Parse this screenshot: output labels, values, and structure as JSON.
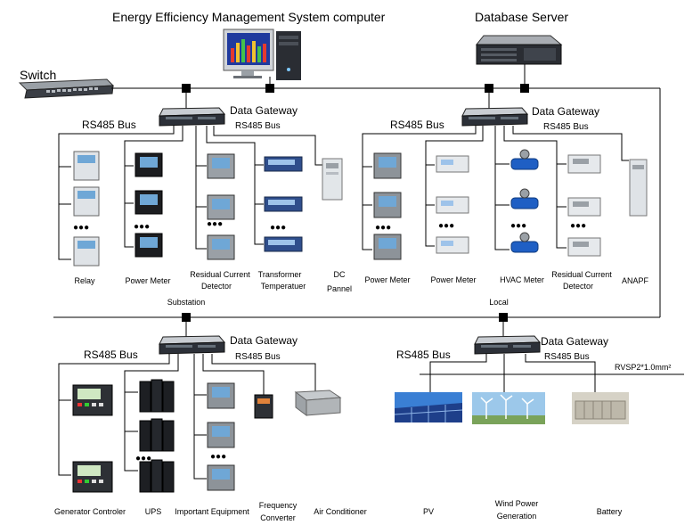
{
  "titles": {
    "computer": "Energy Efficiency Management System  computer",
    "server": "Database Server",
    "switch": "Switch"
  },
  "gateway_label": "Data  Gateway",
  "rs485_bus": "RS485  Bus",
  "rs485_bus_small": "RS485   Bus",
  "ellipsis": "●●●",
  "substation": {
    "label": "Substation",
    "devices": [
      {
        "label_1": "Relay",
        "label_2": ""
      },
      {
        "label_1": "Power Meter",
        "label_2": ""
      },
      {
        "label_1": "Residual Current",
        "label_2": "Detector"
      },
      {
        "label_1": "Transformer",
        "label_2": "Temperatuer"
      },
      {
        "label_1": "DC",
        "label_2": "Pannel"
      }
    ]
  },
  "local": {
    "label": "Local",
    "devices": [
      {
        "label_1": "Power Meter",
        "label_2": ""
      },
      {
        "label_1": "Power Meter",
        "label_2": ""
      },
      {
        "label_1": "HVAC Meter",
        "label_2": ""
      },
      {
        "label_1": "Residual Current",
        "label_2": "Detector"
      },
      {
        "label_1": "ANAPF",
        "label_2": ""
      }
    ]
  },
  "bottom_left": {
    "devices": [
      {
        "label_1": "Generator Controler",
        "label_2": ""
      },
      {
        "label_1": "UPS",
        "label_2": ""
      },
      {
        "label_1": "Important Equipment",
        "label_2": ""
      },
      {
        "label_1": "Frequency",
        "label_2": "Converter"
      },
      {
        "label_1": "Air Conditioner",
        "label_2": ""
      }
    ]
  },
  "bottom_right": {
    "cable": "RVSP2*1.0mm²",
    "devices": [
      {
        "label_1": "PV",
        "label_2": ""
      },
      {
        "label_1": "Wind Power",
        "label_2": "Generation"
      },
      {
        "label_1": "Battery",
        "label_2": ""
      }
    ]
  },
  "colors": {
    "line": "#000000",
    "monitor_screen": "#1f3a9e",
    "pv_sky": "#3a7fd4",
    "device_gray": "#c8ccd0",
    "device_dark": "#2a2d33"
  }
}
